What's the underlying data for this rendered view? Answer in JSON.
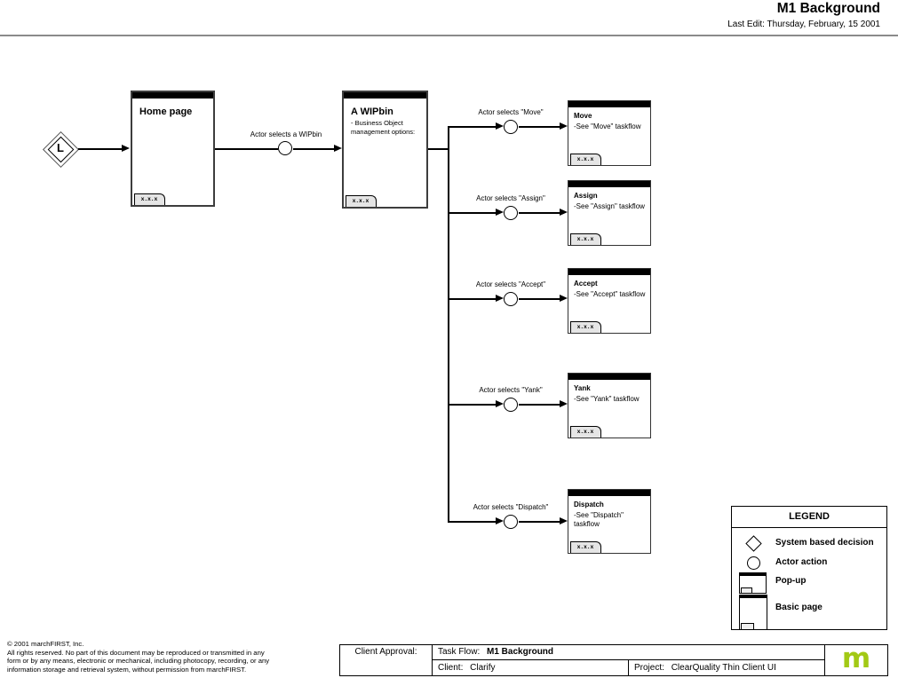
{
  "header": {
    "title": "M1 Background",
    "last_edit": "Last Edit: Thursday, February, 15 2001"
  },
  "flow": {
    "start_label": "L",
    "home": {
      "title": "Home page",
      "tab": "x.x.x"
    },
    "wipbin_action": "Actor selects a WIPbin",
    "wipbin": {
      "title": "A WIPbin",
      "desc_line1": "- Business Object",
      "desc_line2": "management  options:",
      "tab": "x.x.x"
    },
    "branches": [
      {
        "action": "Actor selects \"Move\"",
        "title": "Move",
        "desc": "-See \"Move\" taskflow",
        "tab": "x.x.x"
      },
      {
        "action": "Actor selects \"Assign\"",
        "title": "Assign",
        "desc": "-See \"Assign\" taskflow",
        "tab": "x.x.x"
      },
      {
        "action": "Actor selects \"Accept\"",
        "title": "Accept",
        "desc": "-See \"Accept\" taskflow",
        "tab": "x.x.x"
      },
      {
        "action": "Actor selects \"Yank\"",
        "title": "Yank",
        "desc": "-See \"Yank\" taskflow",
        "tab": "x.x.x"
      },
      {
        "action": "Actor selects \"Dispatch\"",
        "title": "Dispatch",
        "desc": "-See \"Dispatch\" taskflow",
        "tab": "x.x.x"
      }
    ]
  },
  "legend": {
    "title": "LEGEND",
    "items": [
      {
        "icon": "diamond-icon",
        "label": "System based decision"
      },
      {
        "icon": "circle-icon",
        "label": "Actor action"
      },
      {
        "icon": "popup-icon",
        "label": "Pop-up"
      },
      {
        "icon": "basic-page-icon",
        "label": "Basic page"
      }
    ]
  },
  "footer": {
    "copyright": [
      "©  2001 marchFIRST, Inc.",
      "All rights reserved. No part of this document may be reproduced or transmitted in any",
      "form or by any means, electronic or mechanical, including photocopy, recording, or any",
      "information storage and retrieval system, without permission from marchFIRST."
    ],
    "table": {
      "client_approval_label": "Client Approval:",
      "task_flow_label": "Task Flow:",
      "task_flow_value": "M1 Background",
      "client_label": "Client:",
      "client_value": "Clarify",
      "project_label": "Project:",
      "project_value": "ClearQuality Thin Client UI",
      "logo_letter": "m"
    }
  },
  "colors": {
    "logo_green": "#a2c915",
    "rule_gray": "#8a8a8a"
  }
}
